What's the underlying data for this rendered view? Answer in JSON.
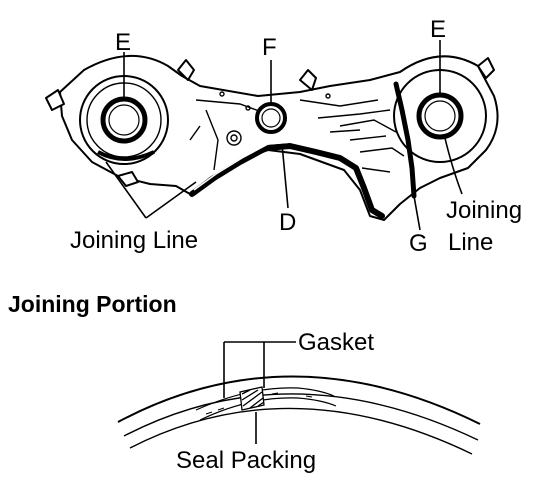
{
  "labels": {
    "e_left": "E",
    "e_right": "E",
    "f": "F",
    "d": "D",
    "g": "G",
    "joining_line_left": "Joining Line",
    "joining_line_right_1": "Joining",
    "joining_line_right_2": "Line",
    "section_title": "Joining Portion",
    "gasket": "Gasket",
    "seal_packing": "Seal Packing"
  }
}
